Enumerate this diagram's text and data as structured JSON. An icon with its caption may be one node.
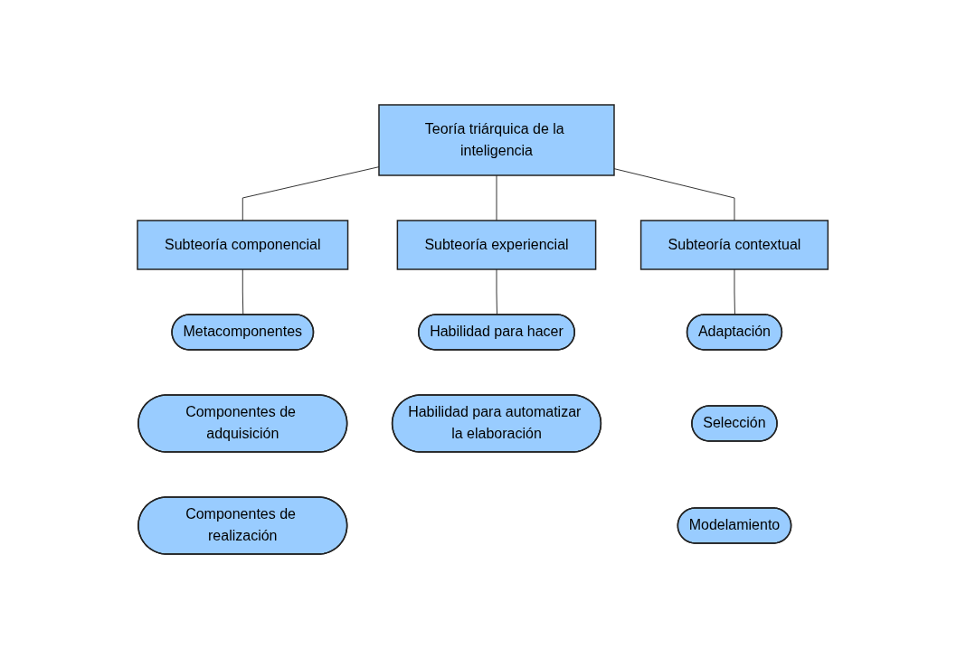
{
  "diagram": {
    "nodes": [
      {
        "text": [
          "Teoría triárquica de la inteligencia"
        ]
      },
      {
        "text": [
          "Subteoría componencial"
        ]
      },
      {
        "text": [
          "Subteoría experiencial"
        ]
      },
      {
        "text": [
          "Subteoría contextual"
        ]
      },
      {
        "text": [
          "Metacomponentes"
        ]
      },
      {
        "text": [
          "Componentes de adquisición"
        ]
      },
      {
        "text": [
          "Componentes de realización"
        ]
      },
      {
        "text": [
          "Habilidad para hacer"
        ]
      },
      {
        "text": [
          "Habilidad para automatizar la elaboración"
        ]
      },
      {
        "text": [
          "Adaptación"
        ]
      },
      {
        "text": [
          "Selección"
        ]
      },
      {
        "text": [
          "Modelamiento"
        ]
      }
    ],
    "edges": [
      {
        "from": 0,
        "to": 1,
        "arrow": "none"
      },
      {
        "from": 0,
        "to": 2,
        "arrow": "none"
      },
      {
        "from": 0,
        "to": 3,
        "arrow": "none"
      },
      {
        "from": 1,
        "to": 4,
        "arrow": "none"
      },
      {
        "from": 2,
        "to": 7,
        "arrow": "none"
      },
      {
        "from": 3,
        "to": 9,
        "arrow": "none"
      }
    ]
  }
}
